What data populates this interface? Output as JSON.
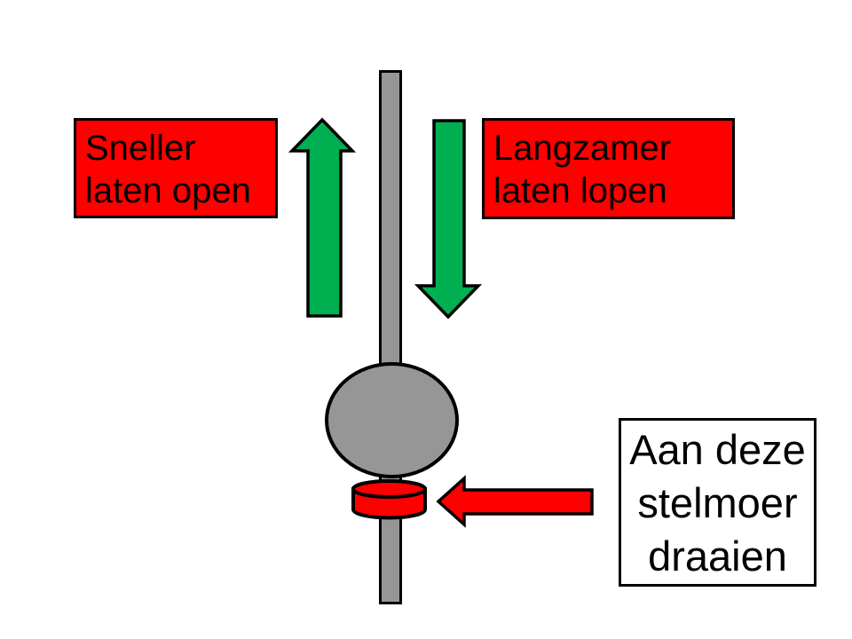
{
  "slide": {
    "background": "#ffffff",
    "description": "pendulum-adjustment-diagram"
  },
  "colors": {
    "label_red": "#ff0000",
    "arrow_green": "#00b050",
    "arrow_red": "#ff0000",
    "metal_gray": "#969696",
    "outline": "#000000",
    "nut_box_bg": "#ffffff",
    "text": "#000000"
  },
  "labels": {
    "faster": {
      "line1": "Sneller",
      "line2": "laten open"
    },
    "slower": {
      "line1": "Langzamer",
      "line2": "laten lopen"
    },
    "nut": {
      "line1": "Aan deze",
      "line2": "stelmoer",
      "line3": "draaien"
    }
  },
  "diagram": {
    "shapes": [
      "pendulum-rod",
      "pendulum-bob",
      "adjustment-nut",
      "speed-up-arrow",
      "slow-down-arrow",
      "nut-pointer-arrow"
    ]
  }
}
